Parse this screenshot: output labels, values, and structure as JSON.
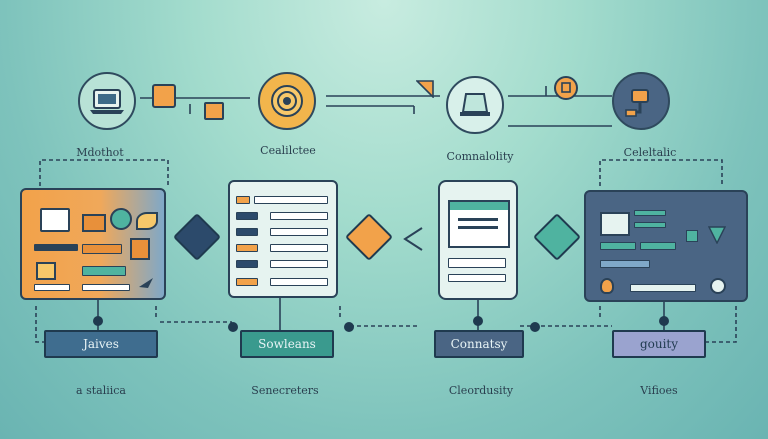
{
  "top_labels": [
    "Mdothot",
    "Cealilctee",
    "Comnalolity",
    "Celeltalic"
  ],
  "tags": [
    "Jaives",
    "Sowleans",
    "Connatsy",
    "gouity"
  ],
  "bottom_labels": [
    "a staliica",
    "Senecreters",
    "Cleordusity",
    "Vifioes"
  ],
  "colors": {
    "orange": "#f2a24a",
    "navy": "#2c4a6b",
    "teal": "#4fb3a0",
    "slate": "#4a6584",
    "lavender": "#9aa3cf",
    "outline": "#2a4258"
  },
  "icons": [
    "laptop-icon",
    "target-icon",
    "monitor-icon",
    "robot-arm-icon"
  ]
}
